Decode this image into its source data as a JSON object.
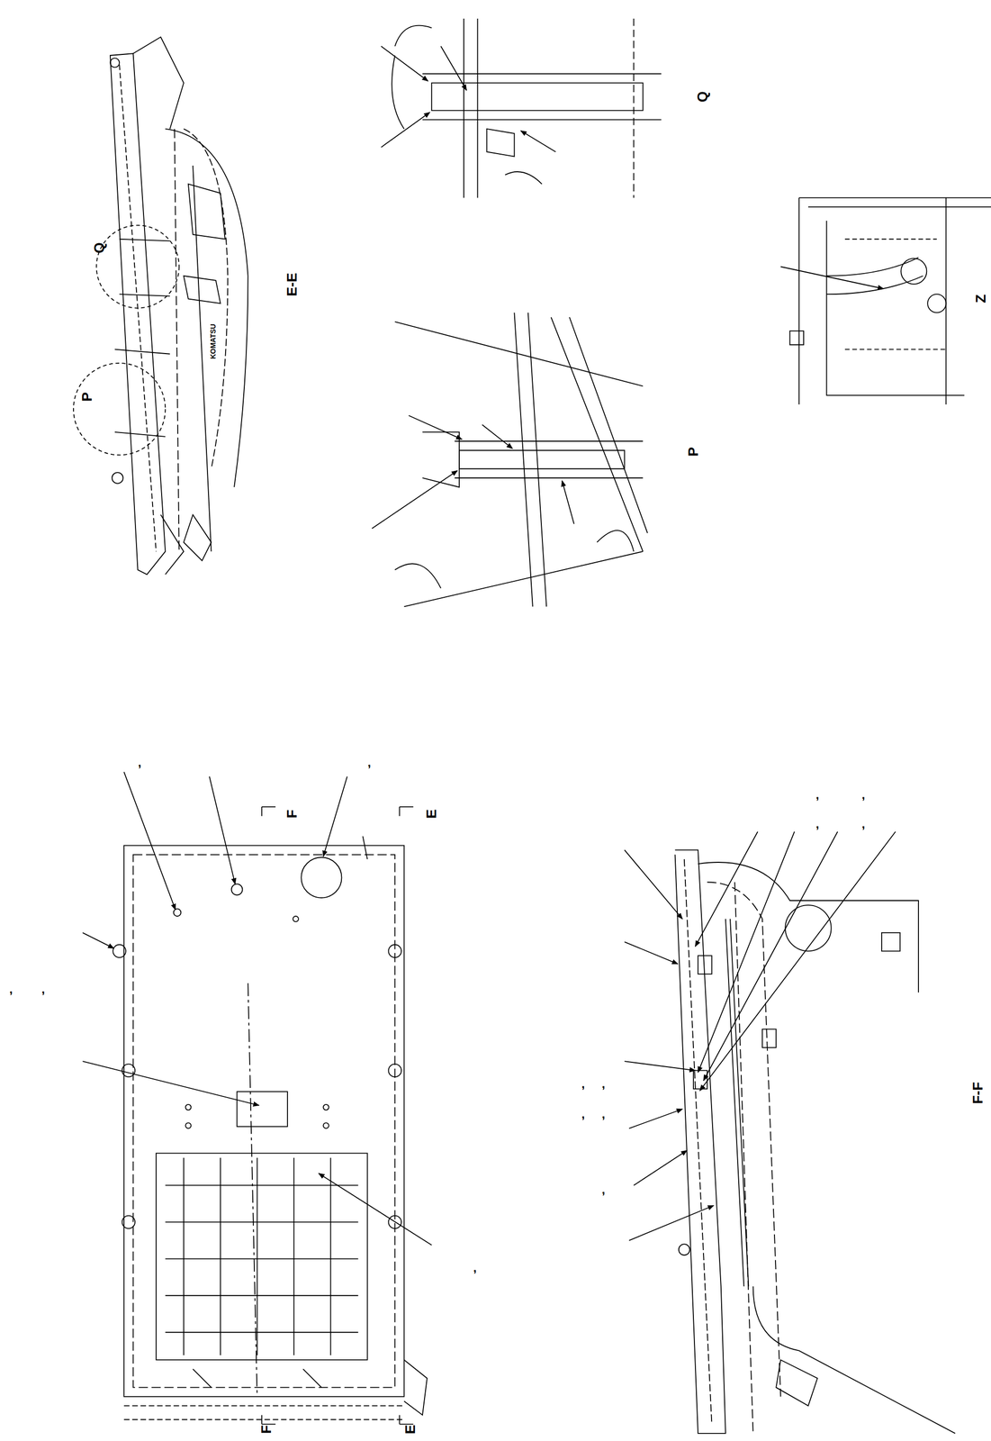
{
  "diagram": {
    "labels": [
      "Q",
      "P",
      "E-E",
      "KOMATSU",
      "Q",
      "P",
      "Z",
      "F",
      "E",
      "F",
      "E",
      "F-F",
      ",",
      ",",
      ",",
      ",",
      ",",
      ",",
      ",",
      ",",
      ",",
      ",",
      ",",
      ",",
      ",",
      ","
    ]
  }
}
